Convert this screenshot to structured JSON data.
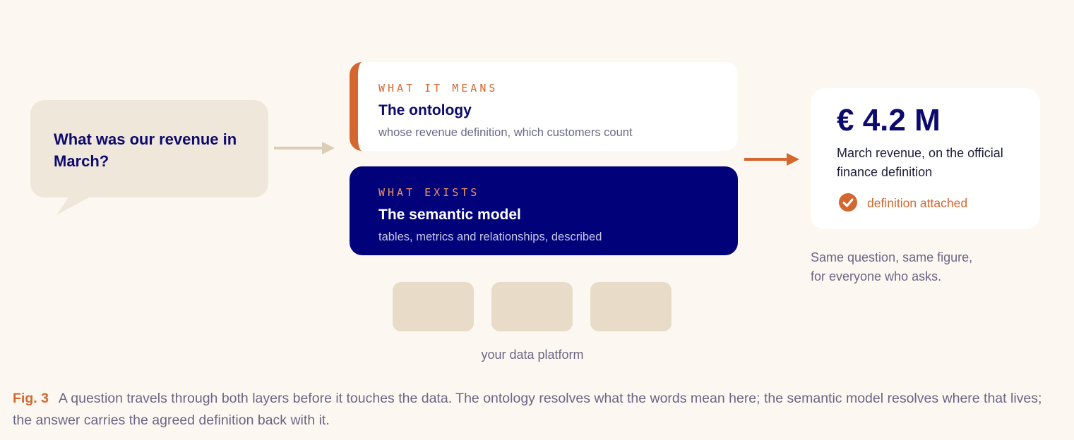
{
  "question": {
    "text": "What was our revenue in March?"
  },
  "layers": {
    "ontology": {
      "eyebrow": "WHAT IT MEANS",
      "title": "The ontology",
      "subtitle": "whose revenue definition, which customers count"
    },
    "semantic_model": {
      "eyebrow": "WHAT EXISTS",
      "title": "The semantic model",
      "subtitle": "tables, metrics and relationships, described"
    }
  },
  "platform": {
    "label": "your data platform"
  },
  "answer": {
    "value": "€ 4.2 M",
    "description": "March revenue, on the official finance definition",
    "status": "definition attached",
    "status_icon": "check-circle-icon"
  },
  "side_note": {
    "line1": "Same question, same figure,",
    "line2": "for everyone who asks."
  },
  "caption": {
    "label": "Fig. 3",
    "text": "A question travels through both layers before it touches the data. The ontology resolves what the words mean here; the semantic model resolves where that lives; the answer carries the agreed definition back with it."
  },
  "colors": {
    "background": "#fcf8f1",
    "accent": "#d4672f",
    "navy": "#01017a",
    "bubble": "#efe7d9",
    "tile": "#e8dcc9"
  }
}
